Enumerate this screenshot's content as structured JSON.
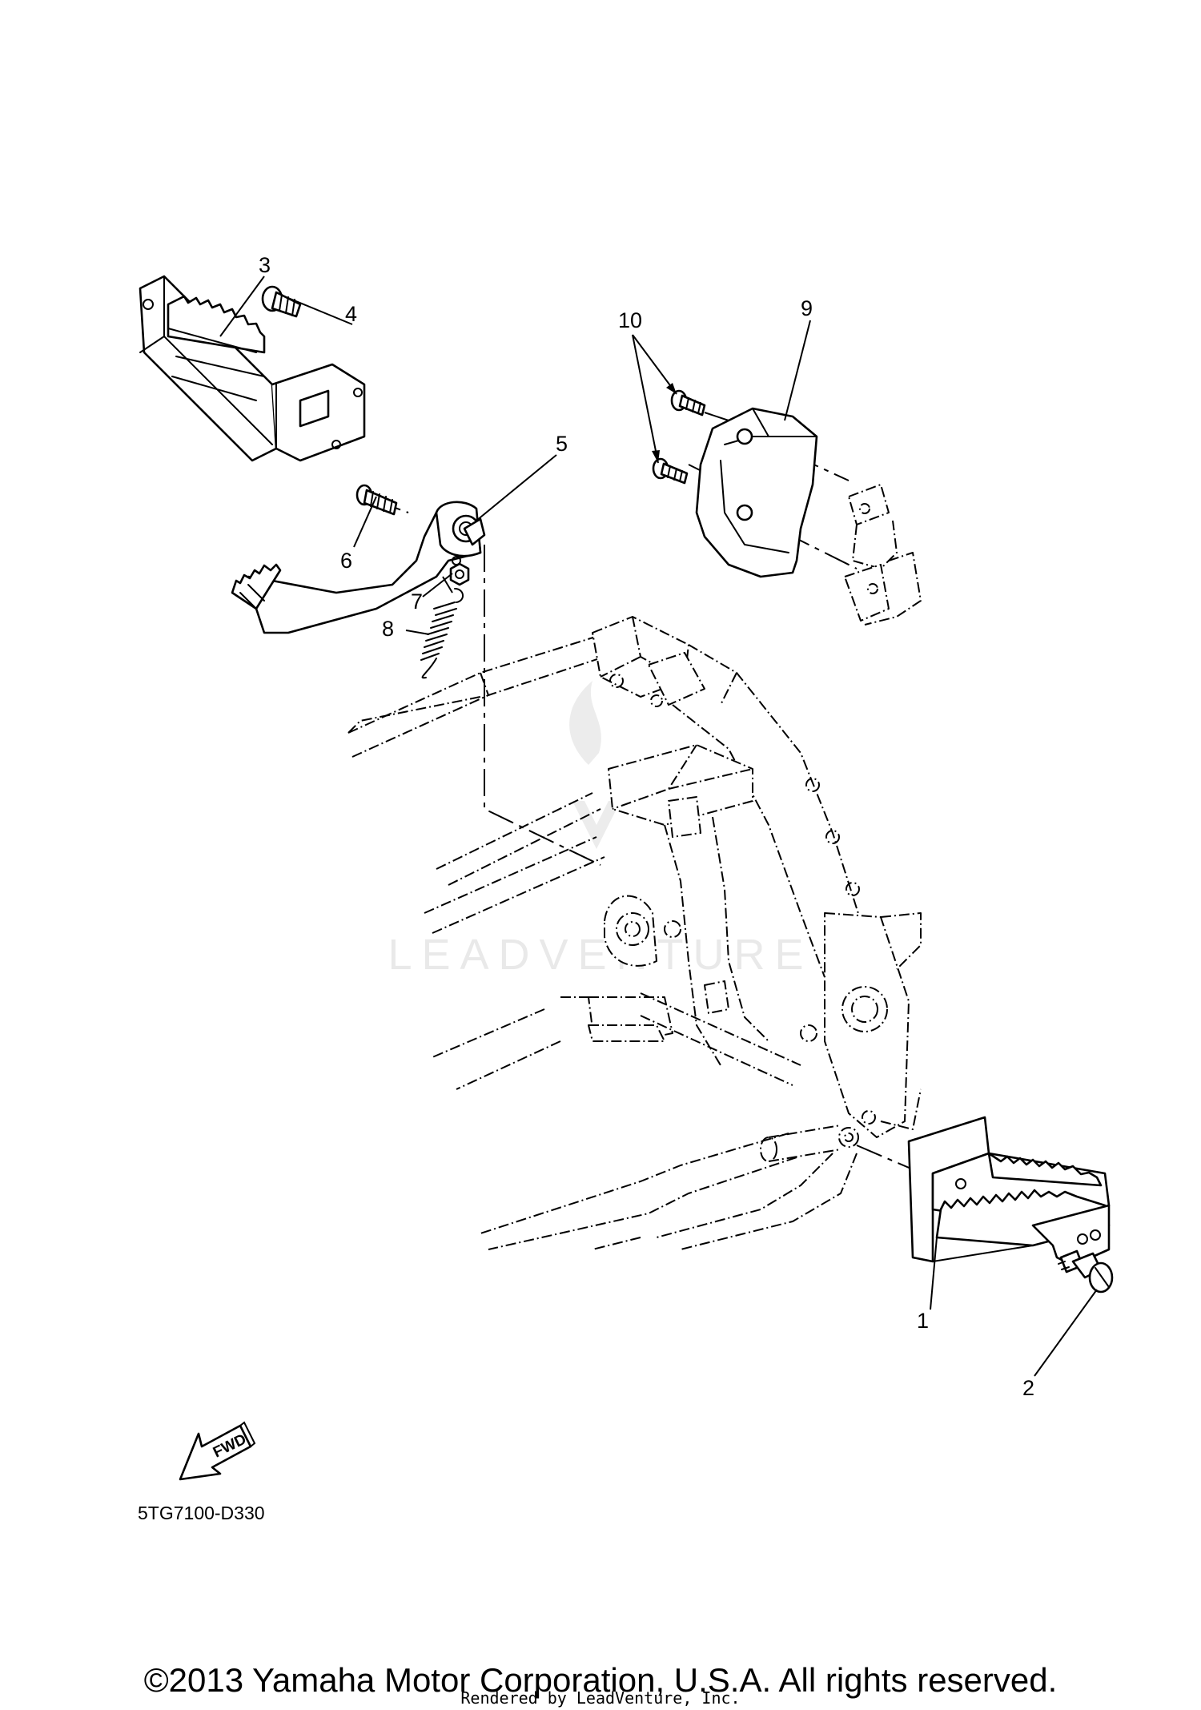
{
  "callouts": [
    {
      "label": "1"
    },
    {
      "label": "2"
    },
    {
      "label": "3"
    },
    {
      "label": "4"
    },
    {
      "label": "5"
    },
    {
      "label": "6"
    },
    {
      "label": "7"
    },
    {
      "label": "8"
    },
    {
      "label": "9"
    },
    {
      "label": "10"
    }
  ],
  "fwd_label": "FWD",
  "diagram_code": "5TG7100-D330",
  "watermark": "LEADVENTURE",
  "footer": {
    "copyright": "©2013 Yamaha Motor Corporation, U.S.A. All rights reserved.",
    "rendered_by": "Rendered by LeadVenture, Inc."
  }
}
